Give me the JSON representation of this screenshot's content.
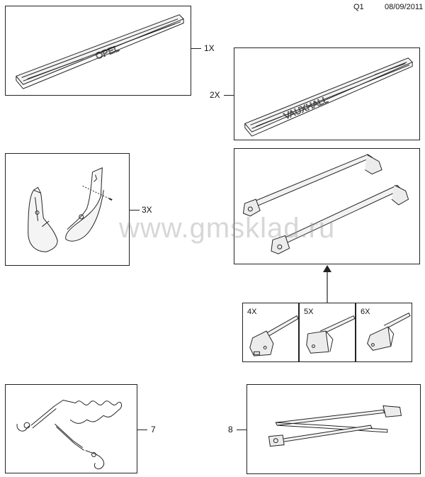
{
  "header": {
    "sheet": "Q1",
    "date": "08/09/2011"
  },
  "watermark": "www.gmsklad.ru",
  "panels": [
    {
      "id": "sill-opel",
      "callout": "1X",
      "emblem": "OPEL"
    },
    {
      "id": "sill-vauxhall",
      "callout": "2X",
      "emblem": "VAUXHALL"
    },
    {
      "id": "mudflaps",
      "callout": "3X"
    },
    {
      "id": "roof-bars",
      "callout": ""
    },
    {
      "id": "tow-rope",
      "callout": "7"
    },
    {
      "id": "tow-bar",
      "callout": "8"
    }
  ],
  "variants": [
    {
      "label": "4X"
    },
    {
      "label": "5X"
    },
    {
      "label": "6X"
    }
  ],
  "colors": {
    "line": "#222222",
    "watermark": "#969696"
  }
}
